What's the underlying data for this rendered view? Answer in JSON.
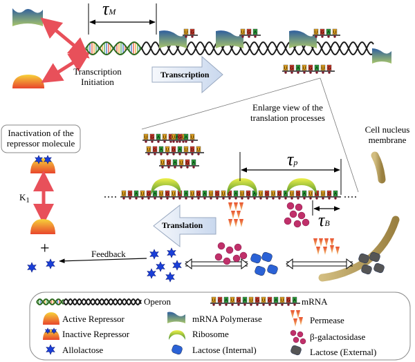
{
  "colors": {
    "dna_strand": "#1a1a1a",
    "arrow_red": "#e8505a",
    "repressor_top": "#f2b632",
    "repressor_bottom": "#e8452c",
    "polymerase_top": "#2f5f9e",
    "polymerase_bottom": "#a8c56a",
    "ribosome_top": "#e8e040",
    "ribosome_bottom": "#3d8a2c",
    "allolactose": "#1a3fd8",
    "lactose_internal": "#2b62d6",
    "lactose_external": "#555555",
    "galactosidase": "#c0306a",
    "permease": "#e87a2e",
    "membrane": "#b09858",
    "big_arrow_fill": "#e6eef8"
  },
  "labels": {
    "tau_m": "τ",
    "tau_m_sub": "M",
    "tau_p": "τ",
    "tau_p_sub": "p",
    "tau_b": "τ",
    "tau_b_sub": "B",
    "transcription_initiation": "Transcription\nInitiation",
    "transcription": "Transcription",
    "enlarge_view": "Enlarge view of the\ntranslation processes",
    "cell_nucleus": "Cell nucleus\nmembrane",
    "inactivation": "Inactivation of the\nrepressor molecule",
    "k1": "K",
    "k1_sub": "1",
    "plus": "+",
    "feedback": "Feedback",
    "translation": "Translation",
    "dots_left": "....",
    "dots_right": "...."
  },
  "mrna_letters": [
    "U",
    "G",
    "A",
    "U",
    "G",
    "A",
    "U",
    "G"
  ],
  "legend": {
    "operon": "Operon",
    "mrna": "mRNA",
    "active_repressor": "Active Repressor",
    "inactive_repressor": "Inactive Repressor",
    "allolactose": "Allolactose",
    "mrna_polymerase": "mRNA Polymerase",
    "ribosome": "Ribosome",
    "lactose_internal": "Lactose (Internal)",
    "permease": "Permease",
    "galactosidase": "β-galactosidase",
    "lactose_external": "Lactose (External)"
  }
}
